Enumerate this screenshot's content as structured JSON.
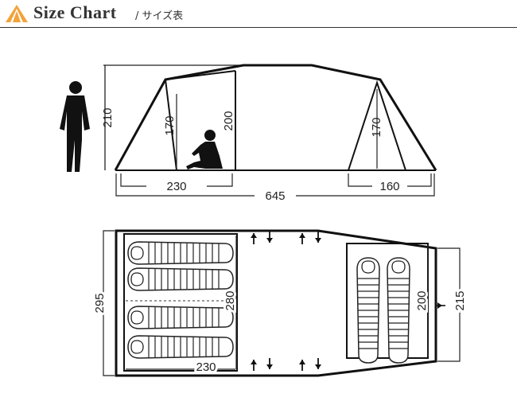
{
  "header": {
    "title": "Size Chart",
    "subtitle": "/ サイズ表",
    "logo_color": "#f2a33a",
    "text_color": "#333333"
  },
  "side_view": {
    "height_total": "210",
    "height_inner_left": "170",
    "height_inner_peak": "200",
    "height_inner_right": "170",
    "width_left": "230",
    "width_right": "160",
    "length_total": "645"
  },
  "floor_plan": {
    "width_total": "295",
    "inner_width_left": "280",
    "inner_length_left": "230",
    "inner_width_right": "200",
    "width_right": "215"
  },
  "icons": [
    "person-standing-icon",
    "person-sitting-icon",
    "sleeping-bag-icon",
    "door-arrow-icon"
  ]
}
